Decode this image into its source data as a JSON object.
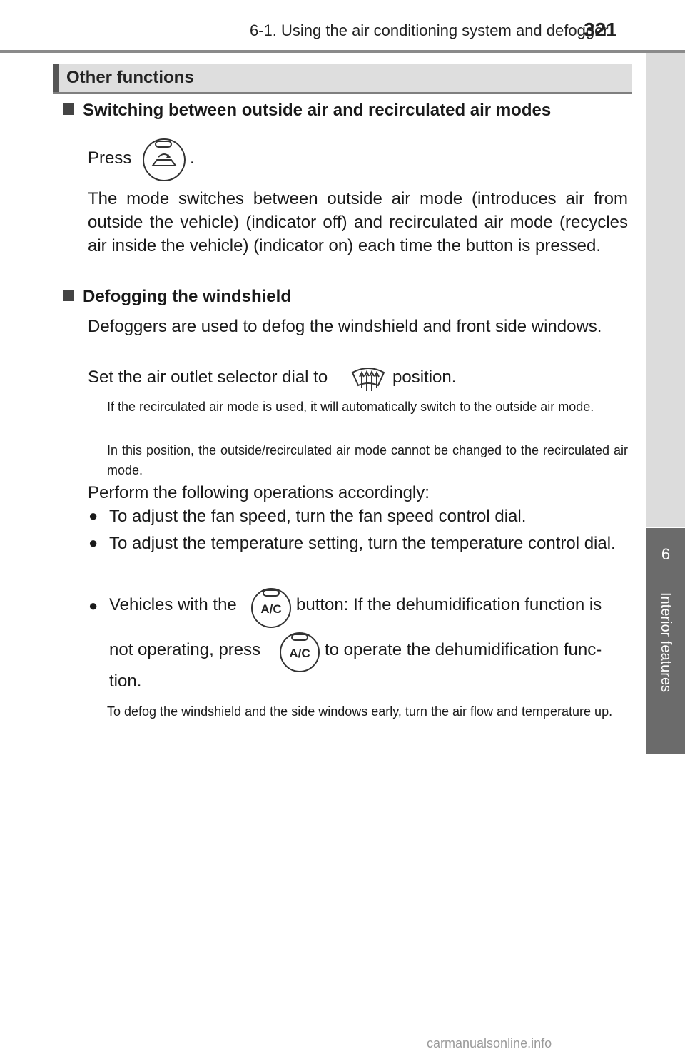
{
  "header": {
    "title": "6-1. Using the air conditioning system and defogger",
    "page_number": "321"
  },
  "side_tab": {
    "chapter_number": "6",
    "chapter_label": "Interior features"
  },
  "section": {
    "title": "Other functions"
  },
  "switching": {
    "heading": "Switching between outside air and recirculated air modes",
    "press_label": "Press",
    "press_suffix": ".",
    "para": "The mode switches between outside air mode (introduces air from outside the vehicle) (indicator off) and recirculated air mode (recycles air inside the vehicle) (indicator on) each time the button is pressed."
  },
  "defogging": {
    "heading": "Defogging the windshield",
    "para1": "Defoggers are used to defog the windshield and front side windows.",
    "set_label": "Set the air outlet selector dial to",
    "set_suffix": "position.",
    "note1": "If the recirculated air mode is used, it will automatically switch to the outside air mode.",
    "note2": "In this position, the outside/recirculated air mode cannot be changed to the recirculated air mode.",
    "perform": "Perform the following operations accordingly:",
    "bullet1": "To adjust the fan speed, turn the fan speed control dial.",
    "bullet2": "To adjust the temperature setting, turn the temperature control dial.",
    "bullet3_a": "Vehicles with the",
    "bullet3_b": "button: If the dehumidification function is",
    "bullet3_c": "not operating, press",
    "bullet3_d": "to operate the dehumidification func-",
    "bullet3_e": "tion.",
    "note3": "To defog the windshield and the side windows early, turn the air flow and temperature up.",
    "ac_button_label": "A/C"
  },
  "watermark": "carmanualsonline.info",
  "icons": [
    "recirculation-button-icon",
    "windshield-defogger-icon",
    "ac-button-icon"
  ]
}
